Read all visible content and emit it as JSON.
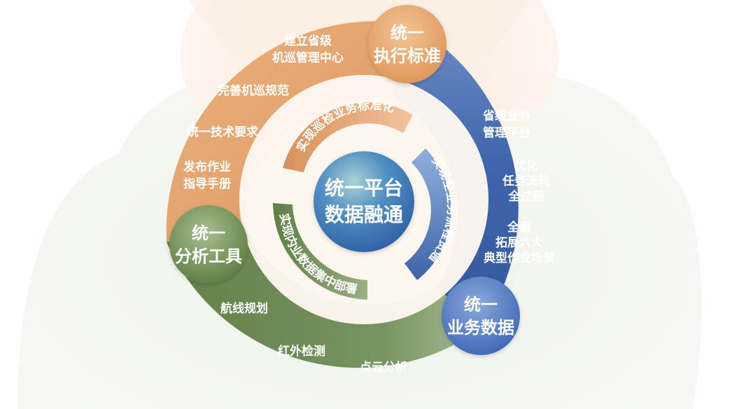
{
  "center": {
    "line1": "统一平台",
    "line2": "数据融通"
  },
  "badges": {
    "execution": {
      "line1": "统一",
      "line2": "执行标准"
    },
    "analysis": {
      "line1": "统一",
      "line2": "分析工具"
    },
    "business": {
      "line1": "统一",
      "line2": "业务数据"
    }
  },
  "inner_arcs": {
    "standardize": "实现巡检业务标准化",
    "process": "实现全业务流程贯通",
    "data": "实现内业数据集中部署"
  },
  "orange_items": [
    {
      "line1": "建立省级",
      "line2": "机巡管理中心"
    },
    {
      "line1": "完善机巡规范",
      "line2": ""
    },
    {
      "line1": "统一技术要求",
      "line2": ""
    },
    {
      "line1": "发布作业",
      "line2": "指导手册"
    }
  ],
  "blue_items": [
    {
      "line1": "省级业务",
      "line2": "管理平台",
      "line3": ""
    },
    {
      "line1": "优化",
      "line2": "任务流转",
      "line3": "全过程"
    },
    {
      "line1": "全面",
      "line2": "拓展六大",
      "line3": "典型作业场景"
    }
  ],
  "green_items": [
    {
      "line1": "航线规划"
    },
    {
      "line1": "红外检测"
    },
    {
      "line1": "点云分析"
    }
  ],
  "colors": {
    "orange": "#E09A5E",
    "blue": "#3D63A8",
    "green": "#5E7C45",
    "center": "#3B76B5"
  }
}
